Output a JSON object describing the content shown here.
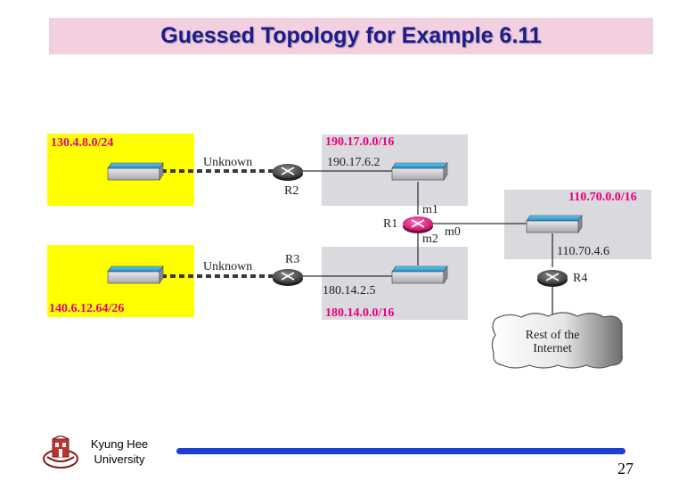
{
  "title": "Guessed Topology for Example 6.11",
  "networks": {
    "net1": "130.4.8.0/24",
    "net2": "140.6.12.64/26",
    "net3": "190.17.0.0/16",
    "net4": "180.14.0.0/16",
    "net5": "110.70.0.0/16"
  },
  "links": {
    "unknown_top": "Unknown",
    "unknown_bottom": "Unknown"
  },
  "routers": {
    "r1": "R1",
    "r2": "R2",
    "r3": "R3",
    "r4": "R4"
  },
  "interfaces": {
    "m0": "m0",
    "m1": "m1",
    "m2": "m2"
  },
  "addresses": {
    "a1": "190.17.6.2",
    "a2": "180.14.2.5",
    "a3": "110.70.4.6"
  },
  "cloud": {
    "line1": "Rest of the",
    "line2": "Internet"
  },
  "footer": {
    "university_line1": "Kyung Hee",
    "university_line2": "University",
    "page_number": "27"
  },
  "colors": {
    "title_bg": "#f2d0e0",
    "title_text": "#1f1a8f",
    "lan_yellow": "#ffff00",
    "lan_gray": "#d9d9de",
    "net_label": "#e6007e",
    "router_dark": "#3a3a3a",
    "router_r1": "#e0127a",
    "footer_bar": "#1a3fd1"
  },
  "icons": {
    "router": "router-icon",
    "switch": "switch-icon",
    "cloud": "cloud-icon",
    "logo": "university-seal-icon"
  }
}
